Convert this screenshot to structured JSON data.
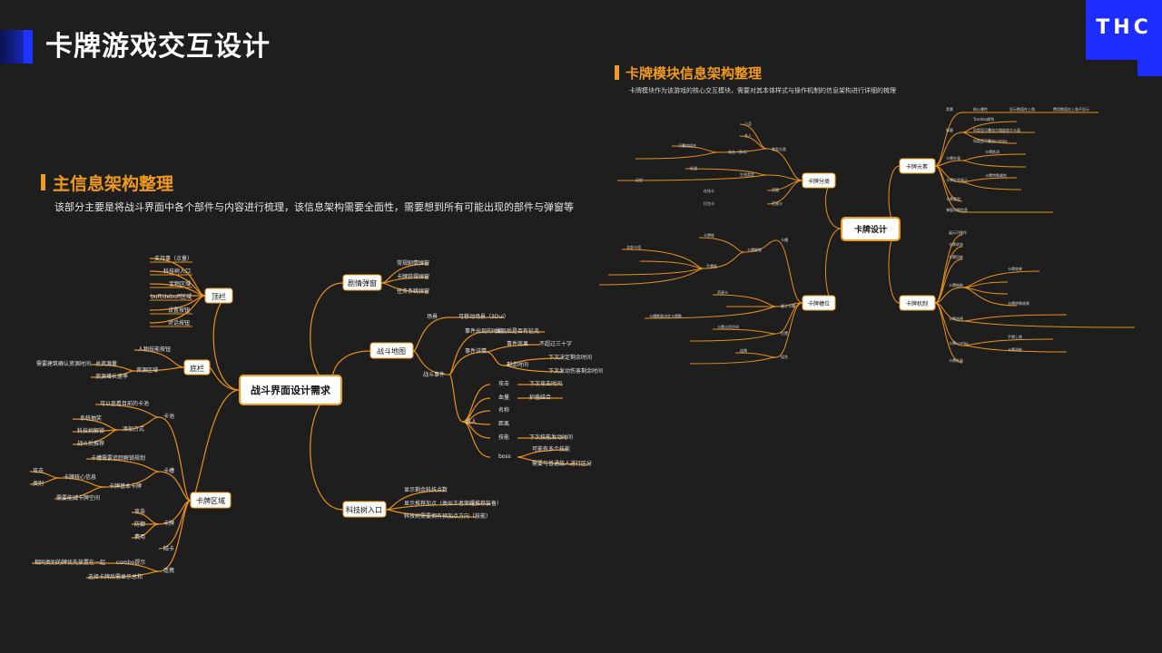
{
  "header": {
    "title": "卡牌游戏交互设计",
    "logo": "THC"
  },
  "left": {
    "title": "主信息架构整理",
    "desc": "该部分主要是将战斗界面中各个部件与内容进行梳理，该信息架构需要全面性，需要想到所有可能出现的部件与弹窗等",
    "root": "战斗界面设计需求",
    "branches": {
      "top_bar": "顶栏",
      "bottom_bar": "底栏",
      "card_area": "卡牌区域",
      "plot_popup": "剧情弹窗",
      "battle_map": "战斗地图",
      "tech_tree": "科技树入口"
    },
    "top_bar_items": [
      "支持事（点量）",
      "科技树入口",
      "宝物区域",
      "buff/debuff区域",
      "设置按钮",
      "对话按钮"
    ],
    "bottom_bar_items": [
      "人物技能按钮",
      "资源区域",
      "总资源量",
      "需要建筑确认资源时间",
      "资源增长速率"
    ],
    "plot_items": [
      "常规剧情弹窗",
      "卡牌获得弹窗",
      "任务条跳弹窗"
    ],
    "map_items": [
      "场景",
      "可移动场景（3Dui）",
      "战斗事件",
      "事件出现的时机",
      "出现后是否有征兆",
      "事件详情",
      "事件效果",
      "不超过三十字",
      "剩余时间",
      "下次决定剩余时间",
      "下次发动伤害剩余时间",
      "敌人",
      "攻击",
      "下次攻击时间",
      "血量",
      "护盾结合",
      "名称",
      "距离",
      "技能",
      "下次技能发动时间",
      "boss",
      "可能有多个技能",
      "需要与普通敌人进行区分"
    ],
    "tech_items": [
      "显示剩余科技点数",
      "显示推荐加点（类似王者荣耀推荐装备）",
      "科技树需要拥有预加点方向（技能）"
    ],
    "card_items": [
      "卡池",
      "可以查看目前的卡池",
      "添加方式",
      "系统抽奖",
      "科技树解锁",
      "战斗后推荐",
      "卡槽",
      "卡槽需要追踪解锁规划",
      "卡牌核心信息",
      "攻击",
      "类别",
      "卡牌基本卡牌",
      "需要能减卡牌空间",
      "卡牌",
      "攻击",
      "防御",
      "费用",
      "陆卡",
      "连携",
      "combo提示",
      "相同类别的牌优先放置在一起",
      "选择卡牌后需显示总和"
    ]
  },
  "right": {
    "title": "卡牌模块信息架构整理",
    "desc": "卡牌模块作为该游戏的核心交互模块，需要对其本体样式与操作机制的信息架构进行详细的梳理",
    "root": "卡牌设计",
    "branches": {
      "classify": "卡牌分类",
      "element": "卡牌元素",
      "stack": "卡牌槽位",
      "mechanism": "卡牌机制"
    },
    "classify_items": [
      "类型分类",
      "小品",
      "名人",
      "攻击（多米）",
      "可叠加组合",
      "生效类型",
      "近战",
      "远程",
      "范围",
      "范围卡",
      "在场卡",
      "打包卡"
    ],
    "element_items": [
      "背景",
      "核心属性",
      "显示数值在上角",
      "费用数值右上角不显示",
      "标题",
      "Tcombo颜色",
      "同类型可叠加大幅度放大卡面",
      "同类型可叠加combo",
      "卡牌外观",
      "卡牌信息展示",
      "卡牌抵消",
      "卡牌类型",
      "弹窗详细信息",
      "卡牌特殊属性"
    ],
    "stack_items": [
      "卡槽",
      "卡牌解锁",
      "卡牌堆",
      "手牌堆",
      "全部卡组",
      "最大卡槽",
      "资源卡",
      "位置",
      "卡牌占用空间",
      "卡槽数量决定卡牌数",
      "组合",
      "连携"
    ],
    "mechanism_items": [
      "展示可操作",
      "卡牌状态",
      "卡牌回收",
      "卡牌抽取",
      "卡牌选择",
      "卡牌combo",
      "卡牌升级",
      "卡牌效果",
      "卡牌特殊效果",
      "手牌上限",
      "卡牌消耗"
    ]
  }
}
